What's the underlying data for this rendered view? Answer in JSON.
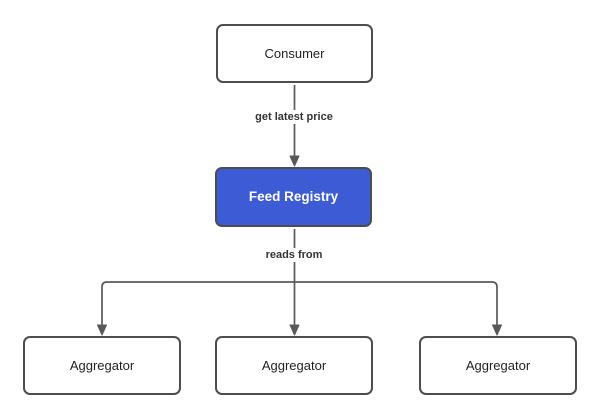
{
  "diagram": {
    "title": "feed registry flow diagram",
    "nodes": {
      "consumer": {
        "label": "Consumer"
      },
      "feed_registry": {
        "label": "Feed Registry"
      },
      "aggregator_left": {
        "label": "Aggregator"
      },
      "aggregator_middle": {
        "label": "Aggregator"
      },
      "aggregator_right": {
        "label": "Aggregator"
      }
    },
    "edges": {
      "consumer_to_registry": {
        "label": "get latest price",
        "from": "Consumer",
        "to": "Feed Registry"
      },
      "registry_to_aggregators": {
        "label": "reads from",
        "from": "Feed Registry",
        "to": "Aggregator"
      }
    },
    "colors": {
      "background": "#ffffff",
      "node_fill": "#ffffff",
      "node_border": "#4d4d4d",
      "node_text": "#1f1f1f",
      "accent_fill": "#3d5bd4",
      "accent_text": "#ffffff",
      "edge_line": "#595959",
      "edge_label_text": "#333333"
    }
  }
}
